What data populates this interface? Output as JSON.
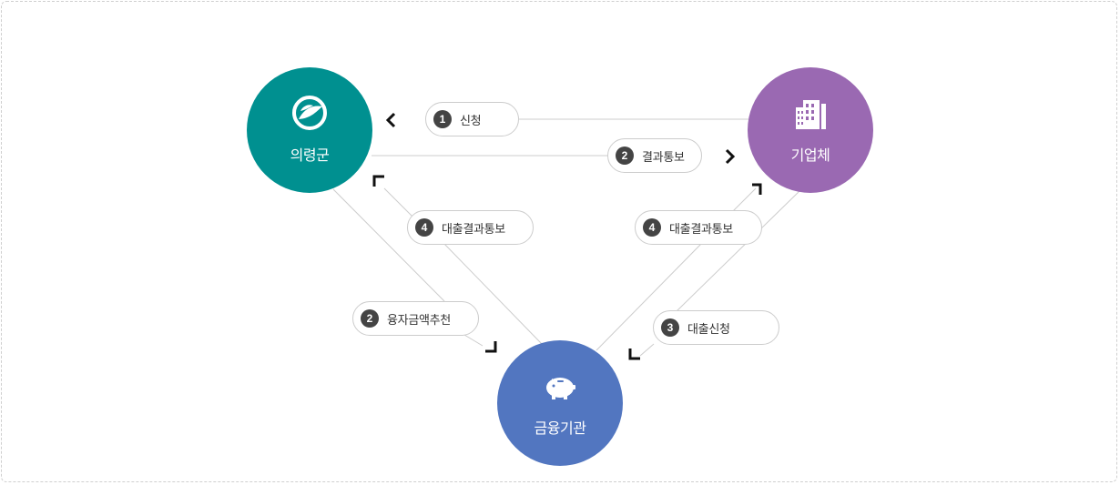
{
  "nodes": {
    "county": {
      "label": "의령군",
      "color": "#009090"
    },
    "company": {
      "label": "기업체",
      "color": "#9a69b2"
    },
    "bank": {
      "label": "금융기관",
      "color": "#5276c0"
    }
  },
  "steps": [
    {
      "num": "1",
      "text": "신청"
    },
    {
      "num": "2",
      "text": "결과통보"
    },
    {
      "num": "4",
      "text": "대출결과통보"
    },
    {
      "num": "4",
      "text": "대출결과통보"
    },
    {
      "num": "2",
      "text": "융자금액추천"
    },
    {
      "num": "3",
      "text": "대출신청"
    }
  ],
  "colors": {
    "line": "#cccccc",
    "arrow": "#111111",
    "badge": "#444444"
  }
}
